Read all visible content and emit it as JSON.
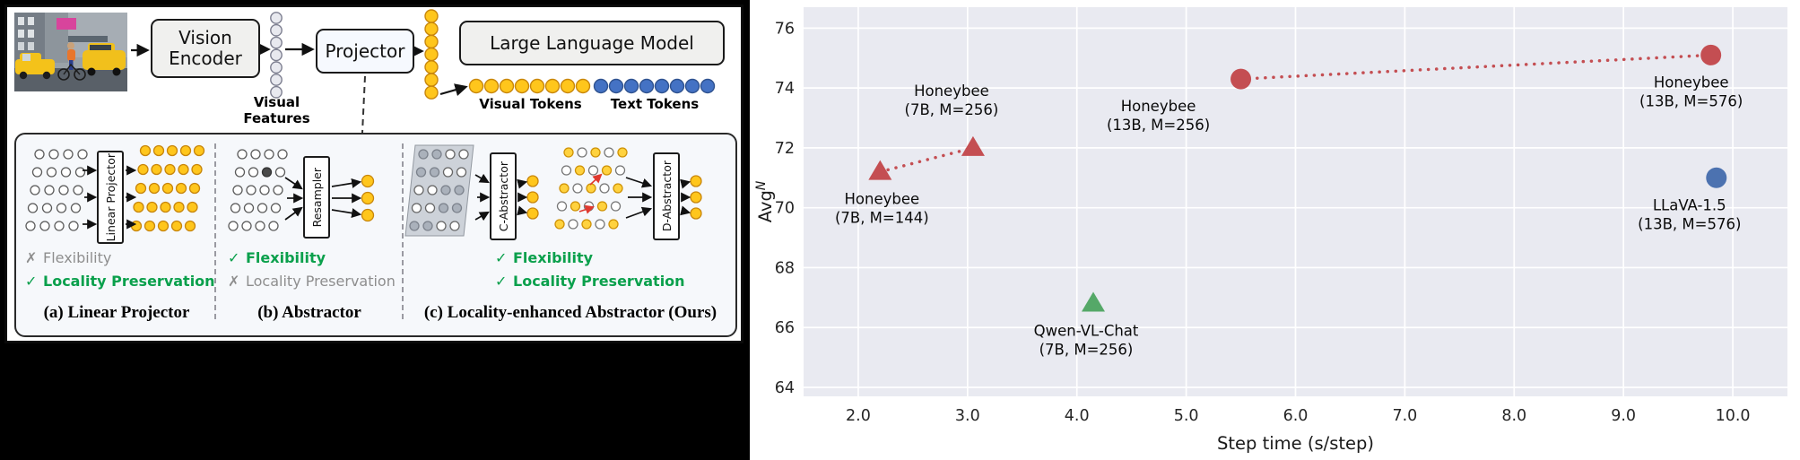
{
  "pipeline": {
    "vision_encoder_label": "Vision Encoder",
    "projector_label": "Projector",
    "llm_label": "Large Language Model",
    "visual_features_caption": "Visual Features",
    "visual_tokens_caption": "Visual Tokens",
    "text_tokens_caption": "Text Tokens",
    "visual_feature_count": 7,
    "projected_token_count": 7,
    "visual_token_count": 8,
    "text_token_count": 8
  },
  "panels": {
    "a": {
      "caption": "(a) Linear Projector",
      "module_label": "Linear Projector",
      "checks": [
        {
          "mark": "✗",
          "text": "Flexibility",
          "state": "negative"
        },
        {
          "mark": "✓",
          "text": "Locality Preservation",
          "state": "positive"
        }
      ]
    },
    "b": {
      "caption": "(b) Abstractor",
      "module_label": "Resampler",
      "checks": [
        {
          "mark": "✓",
          "text": "Flexibility",
          "state": "positive"
        },
        {
          "mark": "✗",
          "text": "Locality Preservation",
          "state": "negative"
        }
      ]
    },
    "c": {
      "caption": "(c) Locality-enhanced Abstractor (Ours)",
      "module_labels": [
        "C-Abstractor",
        "D-Abstractor"
      ],
      "checks": [
        {
          "mark": "✓",
          "text": "Flexibility",
          "state": "positive"
        },
        {
          "mark": "✓",
          "text": "Locality Preservation",
          "state": "positive"
        }
      ]
    }
  },
  "chart_data": {
    "type": "scatter",
    "title": "",
    "xlabel": "Step time (s/step)",
    "ylabel": "Avg^N",
    "ylabel_base": "Avg",
    "ylabel_sup": "N",
    "xlim": [
      1.5,
      10.5
    ],
    "ylim": [
      63.7,
      76.7
    ],
    "xticks": [
      2.0,
      3.0,
      4.0,
      5.0,
      6.0,
      7.0,
      8.0,
      9.0,
      10.0
    ],
    "xtick_labels": [
      "2.0",
      "3.0",
      "4.0",
      "5.0",
      "6.0",
      "7.0",
      "8.0",
      "9.0",
      "10.0"
    ],
    "yticks": [
      64,
      66,
      68,
      70,
      72,
      74,
      76
    ],
    "grid": true,
    "legend": "none",
    "points": [
      {
        "name": "Honeybee (7B, M=144)",
        "label_lines": [
          "Honeybee",
          "(7B, M=144)"
        ],
        "x": 2.2,
        "y": 71.2,
        "marker": "triangle",
        "color": "red",
        "label_dx": 2,
        "label_dy": 36
      },
      {
        "name": "Honeybee (7B, M=256)",
        "label_lines": [
          "Honeybee",
          "(7B, M=256)"
        ],
        "x": 3.05,
        "y": 72.0,
        "marker": "triangle",
        "color": "red",
        "label_dx": -24,
        "label_dy": -58
      },
      {
        "name": "Honeybee (13B, M=256)",
        "label_lines": [
          "Honeybee",
          "(13B, M=256)"
        ],
        "x": 5.5,
        "y": 74.3,
        "marker": "circle",
        "color": "red",
        "label_dx": -92,
        "label_dy": 36
      },
      {
        "name": "Honeybee (13B, M=576)",
        "label_lines": [
          "Honeybee",
          "(13B, M=576)"
        ],
        "x": 9.8,
        "y": 75.1,
        "marker": "circle",
        "color": "red",
        "label_dx": -22,
        "label_dy": 36
      },
      {
        "name": "LLaVA-1.5 (13B, M=576)",
        "label_lines": [
          "LLaVA-1.5",
          "(13B, M=576)"
        ],
        "x": 9.85,
        "y": 71.0,
        "marker": "circle",
        "color": "blue",
        "label_dx": -30,
        "label_dy": 36
      },
      {
        "name": "Qwen-VL-Chat (7B, M=256)",
        "label_lines": [
          "Qwen-VL-Chat",
          "(7B, M=256)"
        ],
        "x": 4.15,
        "y": 66.8,
        "marker": "triangle",
        "color": "green",
        "label_dx": -8,
        "label_dy": 36
      }
    ],
    "connections": [
      {
        "from": 0,
        "to": 1,
        "style": "dotted",
        "color": "red"
      },
      {
        "from": 2,
        "to": 3,
        "style": "dotted",
        "color": "red"
      }
    ]
  },
  "colors": {
    "red": "#c44e52",
    "blue": "#4c72b0",
    "green": "#55a868",
    "plot_bg": "#e9eaf1",
    "grid_line": "#ffffff",
    "token_yellow": "#ffc61c",
    "token_yellow_stroke": "#c8860b",
    "token_blue": "#4472c4",
    "feature_gray": "#e8e9ef",
    "check_green": "#0aa04c",
    "cross_gray": "#8e8e8e"
  }
}
